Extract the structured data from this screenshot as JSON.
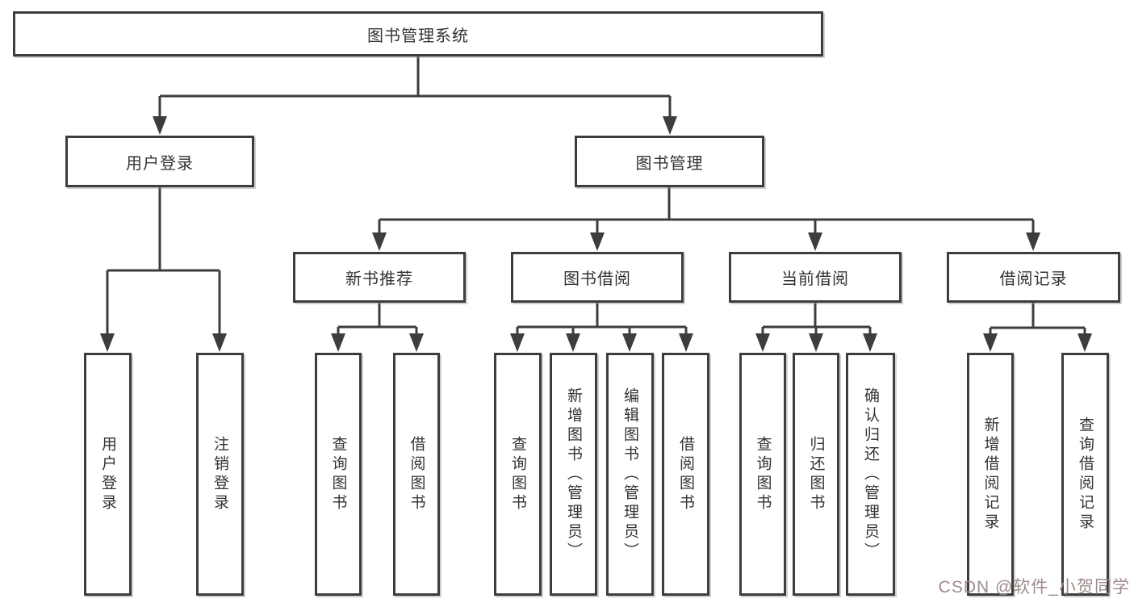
{
  "diagram": {
    "type": "hierarchy",
    "colors": {
      "line": "#3d3d3d",
      "box_border": "#3d3d3d",
      "box_fill": "#ffffff",
      "text": "#333333",
      "background": "#ffffff",
      "watermark": "#a08b8b"
    },
    "tree": {
      "label": "图书管理系统",
      "children": [
        {
          "label": "用户登录",
          "children": [
            {
              "label": "用户登录"
            },
            {
              "label": "注销登录"
            }
          ]
        },
        {
          "label": "图书管理",
          "children": [
            {
              "label": "新书推荐",
              "children": [
                {
                  "label": "查询图书"
                },
                {
                  "label": "借阅图书"
                }
              ]
            },
            {
              "label": "图书借阅",
              "children": [
                {
                  "label": "查询图书"
                },
                {
                  "label": "新增图书（管理员）"
                },
                {
                  "label": "编辑图书（管理员）"
                },
                {
                  "label": "借阅图书"
                }
              ]
            },
            {
              "label": "当前借阅",
              "children": [
                {
                  "label": "查询图书"
                },
                {
                  "label": "归还图书"
                },
                {
                  "label": "确认归还（管理员）"
                }
              ]
            },
            {
              "label": "借阅记录",
              "children": [
                {
                  "label": "新增借阅记录"
                },
                {
                  "label": "查询借阅记录"
                }
              ]
            }
          ]
        }
      ]
    },
    "watermark": {
      "text": "CSDN @软件_小贺同学"
    }
  }
}
